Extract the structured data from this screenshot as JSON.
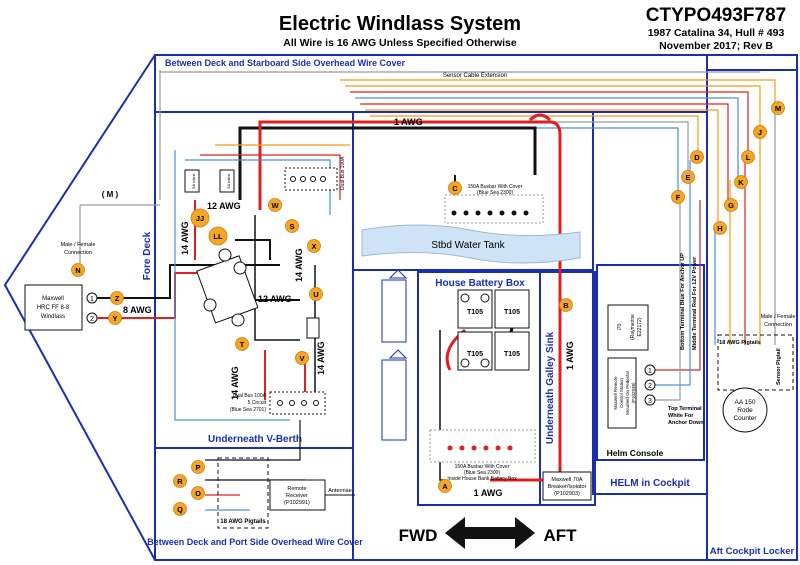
{
  "header": {
    "title": "Electric Windlass System",
    "subtitle": "All Wire is 16 AWG Unless Specified Otherwise",
    "doc_id": "CTYPO493F787",
    "hull": "1987 Catalina 34, Hull # 493",
    "revision": "November 2017; Rev B"
  },
  "zones": {
    "starboard_cover": "Between Deck and Starboard Side Overhead Wire Cover",
    "fore_deck": "Fore Deck",
    "v_berth": "Underneath V-Berth",
    "port_cover": "Between Deck and Port Side Overhead Wire Cover",
    "battery_box": "House Battery Box",
    "galley_sink": "Underneath Galley Sink",
    "helm": "HELM in Cockpit",
    "aft_locker": "Aft Cockpit Locker"
  },
  "labels": {
    "sensor_ext": "Sensor Cable Extension",
    "m_label": "( M )",
    "male_female": "Male / Female",
    "connection": "Connection",
    "windlass": [
      "Maxwell",
      "HRC FF 8-8",
      "Windlass"
    ],
    "tank": "Stbd Water Tank",
    "busbar_top": [
      "150A Busbar With Cover",
      "(Blue Sea 2300)"
    ],
    "busbar_box": [
      "150A Busbar With Cover",
      "(Blue Sea 2300)",
      "Inside House Bank Battery Box"
    ],
    "breaker": [
      "Maxwell 70A",
      "Breaker/Isolator",
      "(P102903)"
    ],
    "remote_receiver": [
      "Remote",
      "Receiver",
      "(P102991)"
    ],
    "antennae": "Antennae",
    "pigtails": "18 AWG Pigtails",
    "helm_console": "Helm Console",
    "remote_station": [
      "Maxwell Remote",
      "Control Station",
      "Mounted On Pedestal",
      "(P102938)"
    ],
    "raymarine": [
      "i70",
      "(Raymarine",
      "E22172)"
    ],
    "rode_counter": [
      "AA 150",
      "Rode",
      "Counter"
    ],
    "sensor_pigtail": "Sensor Pigtail",
    "dual_bus_upper": [
      "Dual Bus 100A",
      "5 Circuit",
      "(Blue Sea 2701)"
    ],
    "dual_bus_lower": [
      "Dual Bus 100A",
      "5 Circuit",
      "(Blue Sea 2701)"
    ],
    "fwd": "FWD",
    "aft": "AFT",
    "bottom_terminal": "Bottom Terminal Blue For Anchor UP",
    "middle_terminal": "Middle Terminal Red For 12V Power",
    "top_terminal": [
      "Top Terminal",
      "White For",
      "Anchor Down"
    ],
    "battery": "T105",
    "inline_5a": "5A Inline"
  },
  "wire_labels": {
    "awg1_top": "1 AWG",
    "awg1_side": "1 AWG",
    "awg1_bottom": "1 AWG",
    "awg8": "8 AWG",
    "awg12_a": "12 AWG",
    "awg12_b": "12 AWG",
    "awg14_a": "14 AWG",
    "awg14_b": "14 AWG",
    "awg14_c": "14 AWG",
    "awg14_d": "14 AWG"
  },
  "connectors": [
    "A",
    "B",
    "C",
    "D",
    "E",
    "F",
    "G",
    "H",
    "J",
    "K",
    "L",
    "M",
    "N",
    "O",
    "P",
    "Q",
    "R",
    "S",
    "T",
    "U",
    "V",
    "W",
    "X",
    "Y",
    "Z",
    "JJ",
    "LL"
  ],
  "colors": {
    "zone_border": "#1a2fb0",
    "marker_fill": "#f5a623",
    "positive_red": "#e02020",
    "negative_black": "#111111",
    "wire_blue": "#4a90d9",
    "wire_orange": "#f39c12",
    "wire_gray": "#9a9a9a"
  }
}
